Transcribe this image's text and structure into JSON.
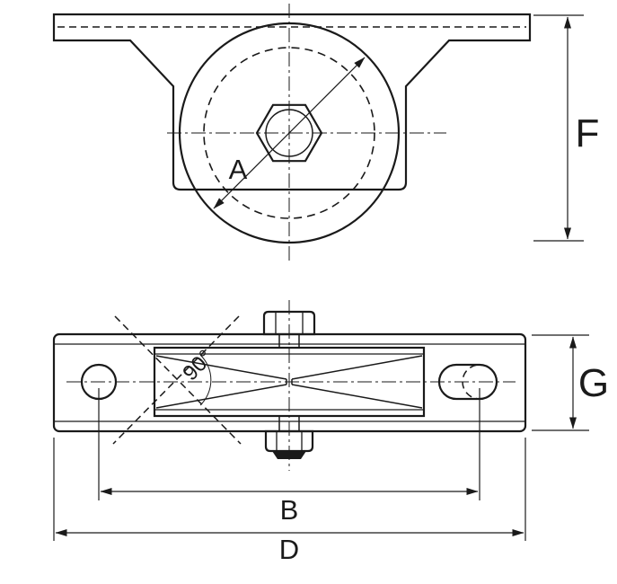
{
  "drawing": {
    "labels": {
      "wheel_diameter": "A",
      "overall_height": "F",
      "body_width": "G",
      "hole_pitch": "B",
      "overall_length": "D",
      "groove_angle": "90°"
    },
    "colors": {
      "line": "#1a1a1a",
      "background": "#ffffff"
    }
  }
}
